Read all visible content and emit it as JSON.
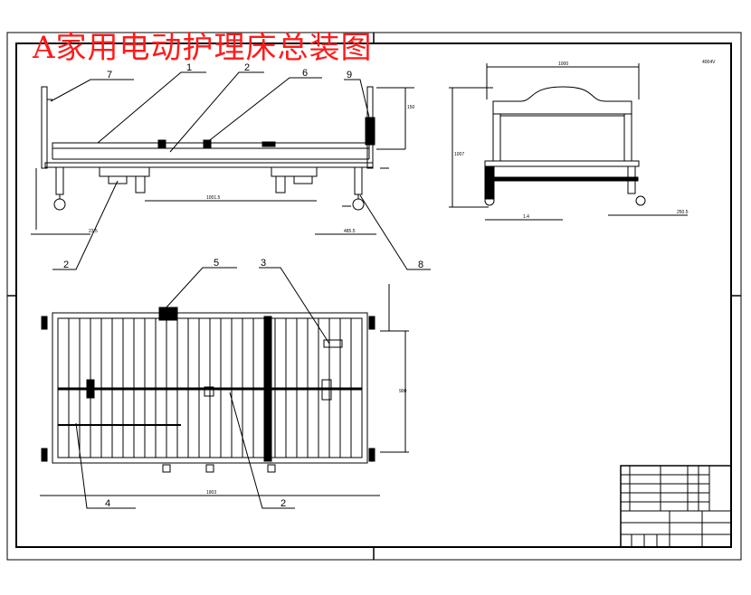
{
  "drawing": {
    "title": "A家用电动护理床总装图",
    "title_color": "#ff1a1a",
    "line_color": "#000000",
    "background": "#ffffff"
  },
  "callouts": [
    "7",
    "1",
    "2",
    "6",
    "9",
    "2",
    "8",
    "5",
    "3",
    "4",
    "2"
  ]
}
